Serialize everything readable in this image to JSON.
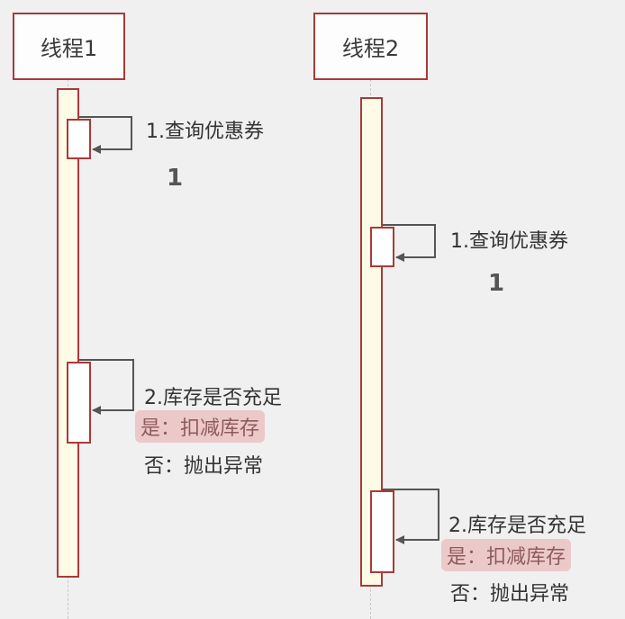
{
  "participants": {
    "thread1": "线程1",
    "thread2": "线程2"
  },
  "thread1": {
    "step1_label": "1.查询优惠券",
    "step1_number": "1",
    "step2_label": "2.库存是否充足",
    "step2_yes": "是：扣减库存",
    "step2_no": "否：抛出异常"
  },
  "thread2": {
    "step1_label": "1.查询优惠券",
    "step1_number": "1",
    "step2_label": "2.库存是否充足",
    "step2_yes": "是：扣减库存",
    "step2_no": "否：抛出异常"
  },
  "colors": {
    "border": "#a93a3a",
    "activation_fill": "#fdfbe6",
    "highlight_bg": "#ecc9c9",
    "arrow": "#555555"
  }
}
